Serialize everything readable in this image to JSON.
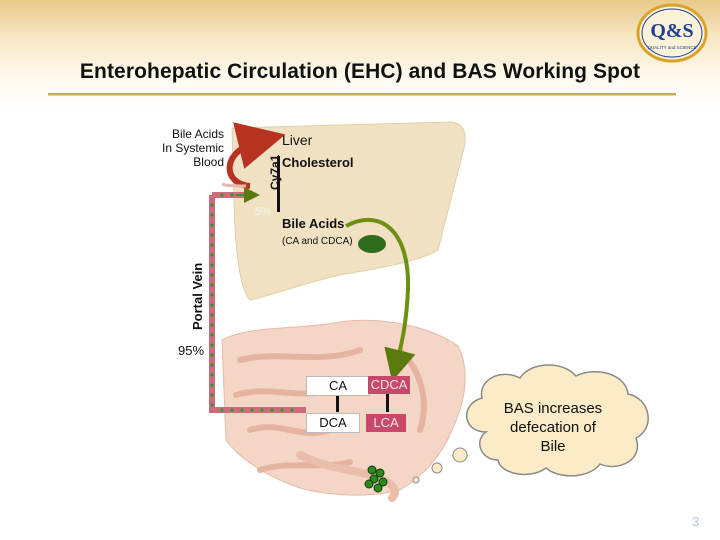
{
  "slide": {
    "title": "Enterohepatic Circulation (EHC) and BAS Working Spot",
    "page_number": "3"
  },
  "logo": {
    "main": "Q&S",
    "sub": "QUALITY and SCIENCE",
    "colors": {
      "gold": "#d8a32b",
      "blue": "#1f3f8f"
    }
  },
  "diagram": {
    "bile_acids_systemic": [
      "Bile Acids",
      "In Systemic",
      "Blood"
    ],
    "liver": "Liver",
    "cholesterol": "Cholesterol",
    "enzyme": "Cy7a1",
    "five_percent": "5%",
    "bile_acids": "Bile Acids",
    "bile_acids_types": "(CA and CDCA)",
    "portal_vein": "Portal Vein",
    "ninety_five_percent": "95%",
    "primary_acids": [
      "CA",
      "CDCA"
    ],
    "secondary_acids": [
      "DCA",
      "LCA"
    ],
    "cloud": [
      "BAS increases",
      "defecation of",
      "Bile"
    ]
  },
  "colors": {
    "liver": "#f1e1c3",
    "intestine": "#f4d6c6",
    "portal_vein_line": "#cc6b7c",
    "flow_dots": "#2e9a2e",
    "red_arrow": "#b83222",
    "bile_arrow": "#6d8f12",
    "gallbladder": "#2f6b1c",
    "acid_box": "#c9486a",
    "cloud_fill": "#fbebc6",
    "cloud_stroke": "#8a8a8a"
  }
}
